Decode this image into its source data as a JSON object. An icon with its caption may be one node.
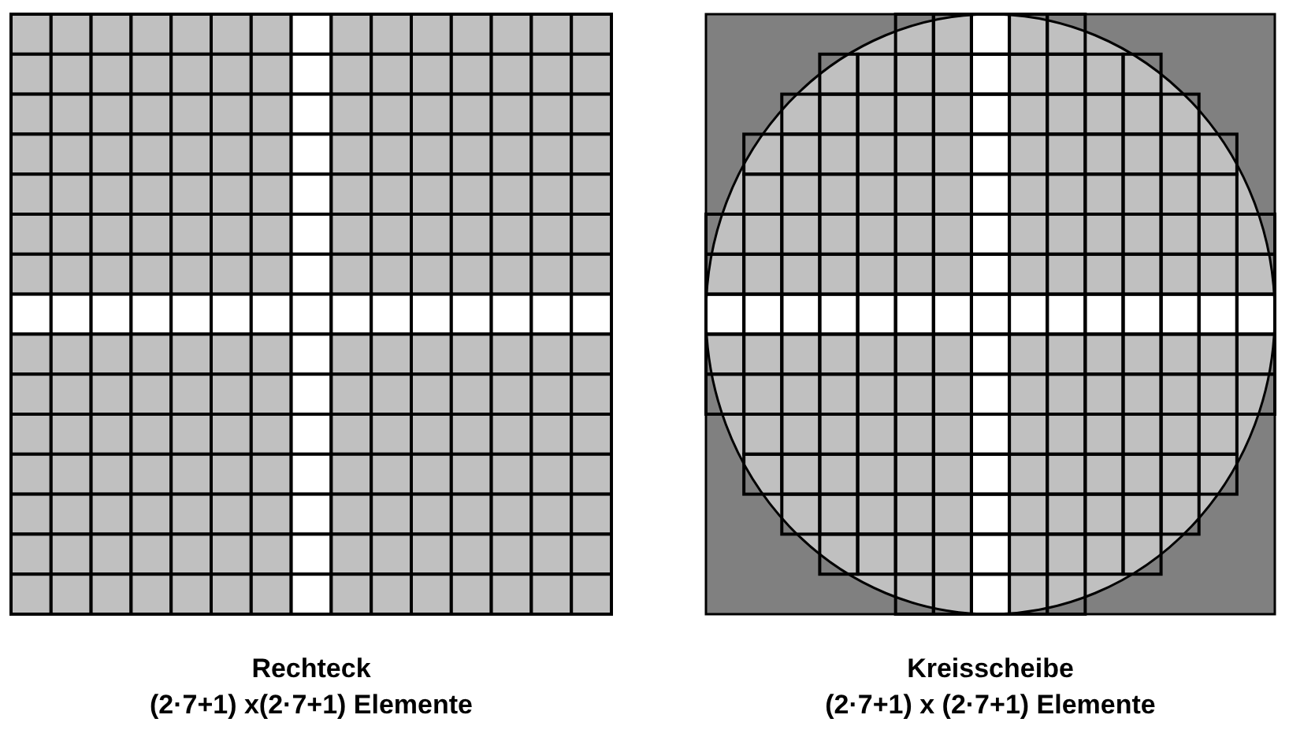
{
  "diagram": {
    "nodes": [
      {
        "text": [
          "Rechteck",
          "(2·7+1) x(2·7+1) Elemente"
        ]
      },
      {
        "text": [
          "Kreisscheibe",
          "(2·7+1) x (2·7+1) Elemente"
        ]
      }
    ],
    "edges": []
  }
}
